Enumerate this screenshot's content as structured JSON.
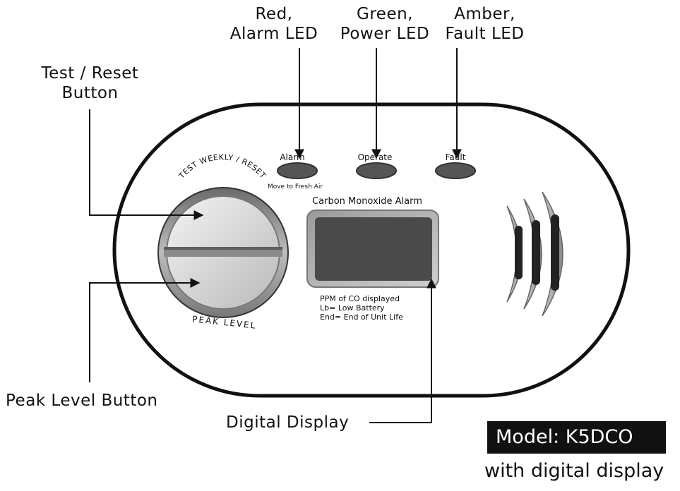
{
  "callouts": {
    "red_led": [
      "Red,",
      "Alarm LED"
    ],
    "green_led": [
      "Green,",
      "Power LED"
    ],
    "amber_led": [
      "Amber,",
      "Fault LED"
    ],
    "test_reset": [
      "Test / Reset",
      "Button"
    ],
    "peak_level": "Peak Level Button",
    "digital_display": "Digital Display"
  },
  "device": {
    "led_alarm": "Alarm",
    "led_alarm_sub": "Move to Fresh Air",
    "led_operate": "Operate",
    "led_fault": "Fault",
    "button_top_text": "TEST WEEKLY / RESET",
    "button_bottom_text": "PEAK LEVEL",
    "display_title": "Carbon Monoxide Alarm",
    "display_notes": [
      "PPM of CO displayed",
      "Lb= Low Battery",
      "End= End of Unit Life"
    ]
  },
  "model": {
    "name": "Model: K5DCO",
    "subtitle": "with digital display"
  },
  "colors": {
    "ink": "#111111",
    "led": "#555555",
    "display": "#4a4a4a",
    "badge": "#111111"
  }
}
